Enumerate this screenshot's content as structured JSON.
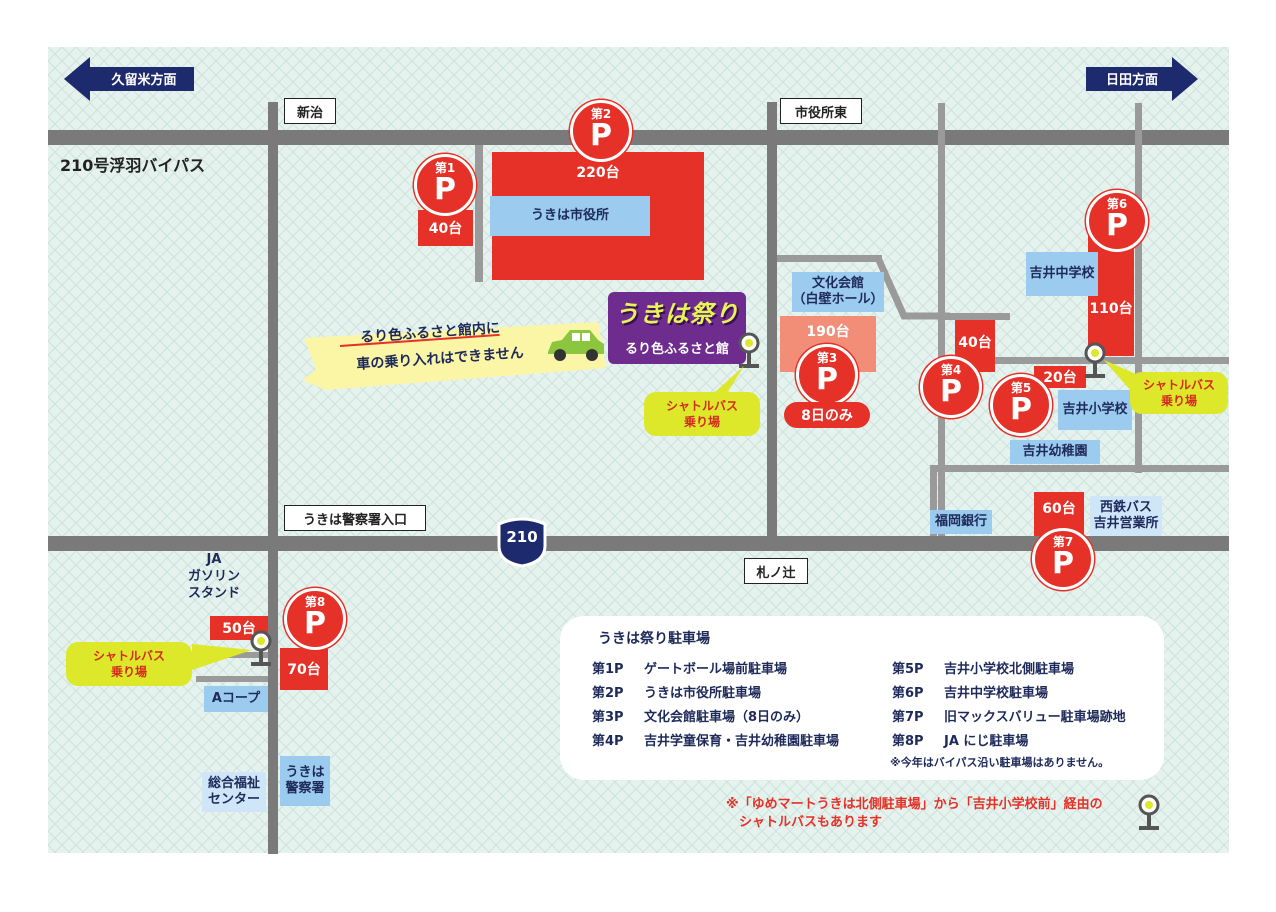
{
  "directions": {
    "left": "久留米方面",
    "right": "日田方面"
  },
  "road_labels": {
    "bypass": "210号浮羽バイパス",
    "shinji": "新治",
    "shiyakusho_higashi": "市役所東",
    "keisatsu_iriguchi": "うきは警察署入口",
    "fudanotsuji": "札ノ辻",
    "route_no": "210"
  },
  "buildings": {
    "city_hall": "うきは市役所",
    "bunka_kaikan": "文化会館\n（白壁ホール）",
    "yoshii_jhs": "吉井中学校",
    "yoshii_es": "吉井小学校",
    "yoshii_kg": "吉井幼稚園",
    "fukuoka_bank": "福岡銀行",
    "nishitetsu": "西鉄バス\n吉井営業所",
    "ja_gas": "JA\nガソリン\nスタンド",
    "a_coop": "Aコープ",
    "ukiha_police": "うきは\n警察署",
    "welfare_center": "総合福祉\nセンター"
  },
  "parking": [
    {
      "label": "第1",
      "mark": "P",
      "capacity": "40台"
    },
    {
      "label": "第2",
      "mark": "P",
      "capacity": "220台"
    },
    {
      "label": "第3",
      "mark": "P",
      "capacity": "190台",
      "note": "8日のみ"
    },
    {
      "label": "第4",
      "mark": "P",
      "capacity": "40台"
    },
    {
      "label": "第5",
      "mark": "P",
      "capacity": "20台"
    },
    {
      "label": "第6",
      "mark": "P",
      "capacity": "110台"
    },
    {
      "label": "第7",
      "mark": "P",
      "capacity": "60台"
    },
    {
      "label": "第8",
      "mark": "P",
      "capacity": "70台",
      "capacity2": "50台"
    }
  ],
  "festival": {
    "logo": "うきは祭り",
    "venue": "るり色ふるさと館",
    "banner_line1": "るり色ふるさと館内に",
    "banner_line2": "車の乗り入れはできません"
  },
  "shuttle_label": "シャトルバス\n乗り場",
  "legend": {
    "title": "うきは祭り駐車場",
    "items": [
      {
        "code": "第1P",
        "name": "ゲートボール場前駐車場"
      },
      {
        "code": "第2P",
        "name": "うきは市役所駐車場"
      },
      {
        "code": "第3P",
        "name": "文化会館駐車場（8日のみ）"
      },
      {
        "code": "第4P",
        "name": "吉井学童保育・吉井幼稚園駐車場"
      },
      {
        "code": "第5P",
        "name": "吉井小学校北側駐車場"
      },
      {
        "code": "第6P",
        "name": "吉井中学校駐車場"
      },
      {
        "code": "第7P",
        "name": "旧マックスバリュー駐車場跡地"
      },
      {
        "code": "第8P",
        "name": "JA にじ駐車場"
      }
    ],
    "note": "※今年はバイパス沿い駐車場はありません。"
  },
  "footnote": "※「ゆめマートうきは北側駐車場」から「吉井小学校前」経由の\n　シャトルバスもあります",
  "colors": {
    "road": "#7a7a7a",
    "parking_red": "#e53127",
    "building_blue": "#9ccbf0",
    "navy": "#1e2a5a",
    "shuttle_yellow": "#dde82a",
    "festival_purple": "#6e2c8e"
  }
}
